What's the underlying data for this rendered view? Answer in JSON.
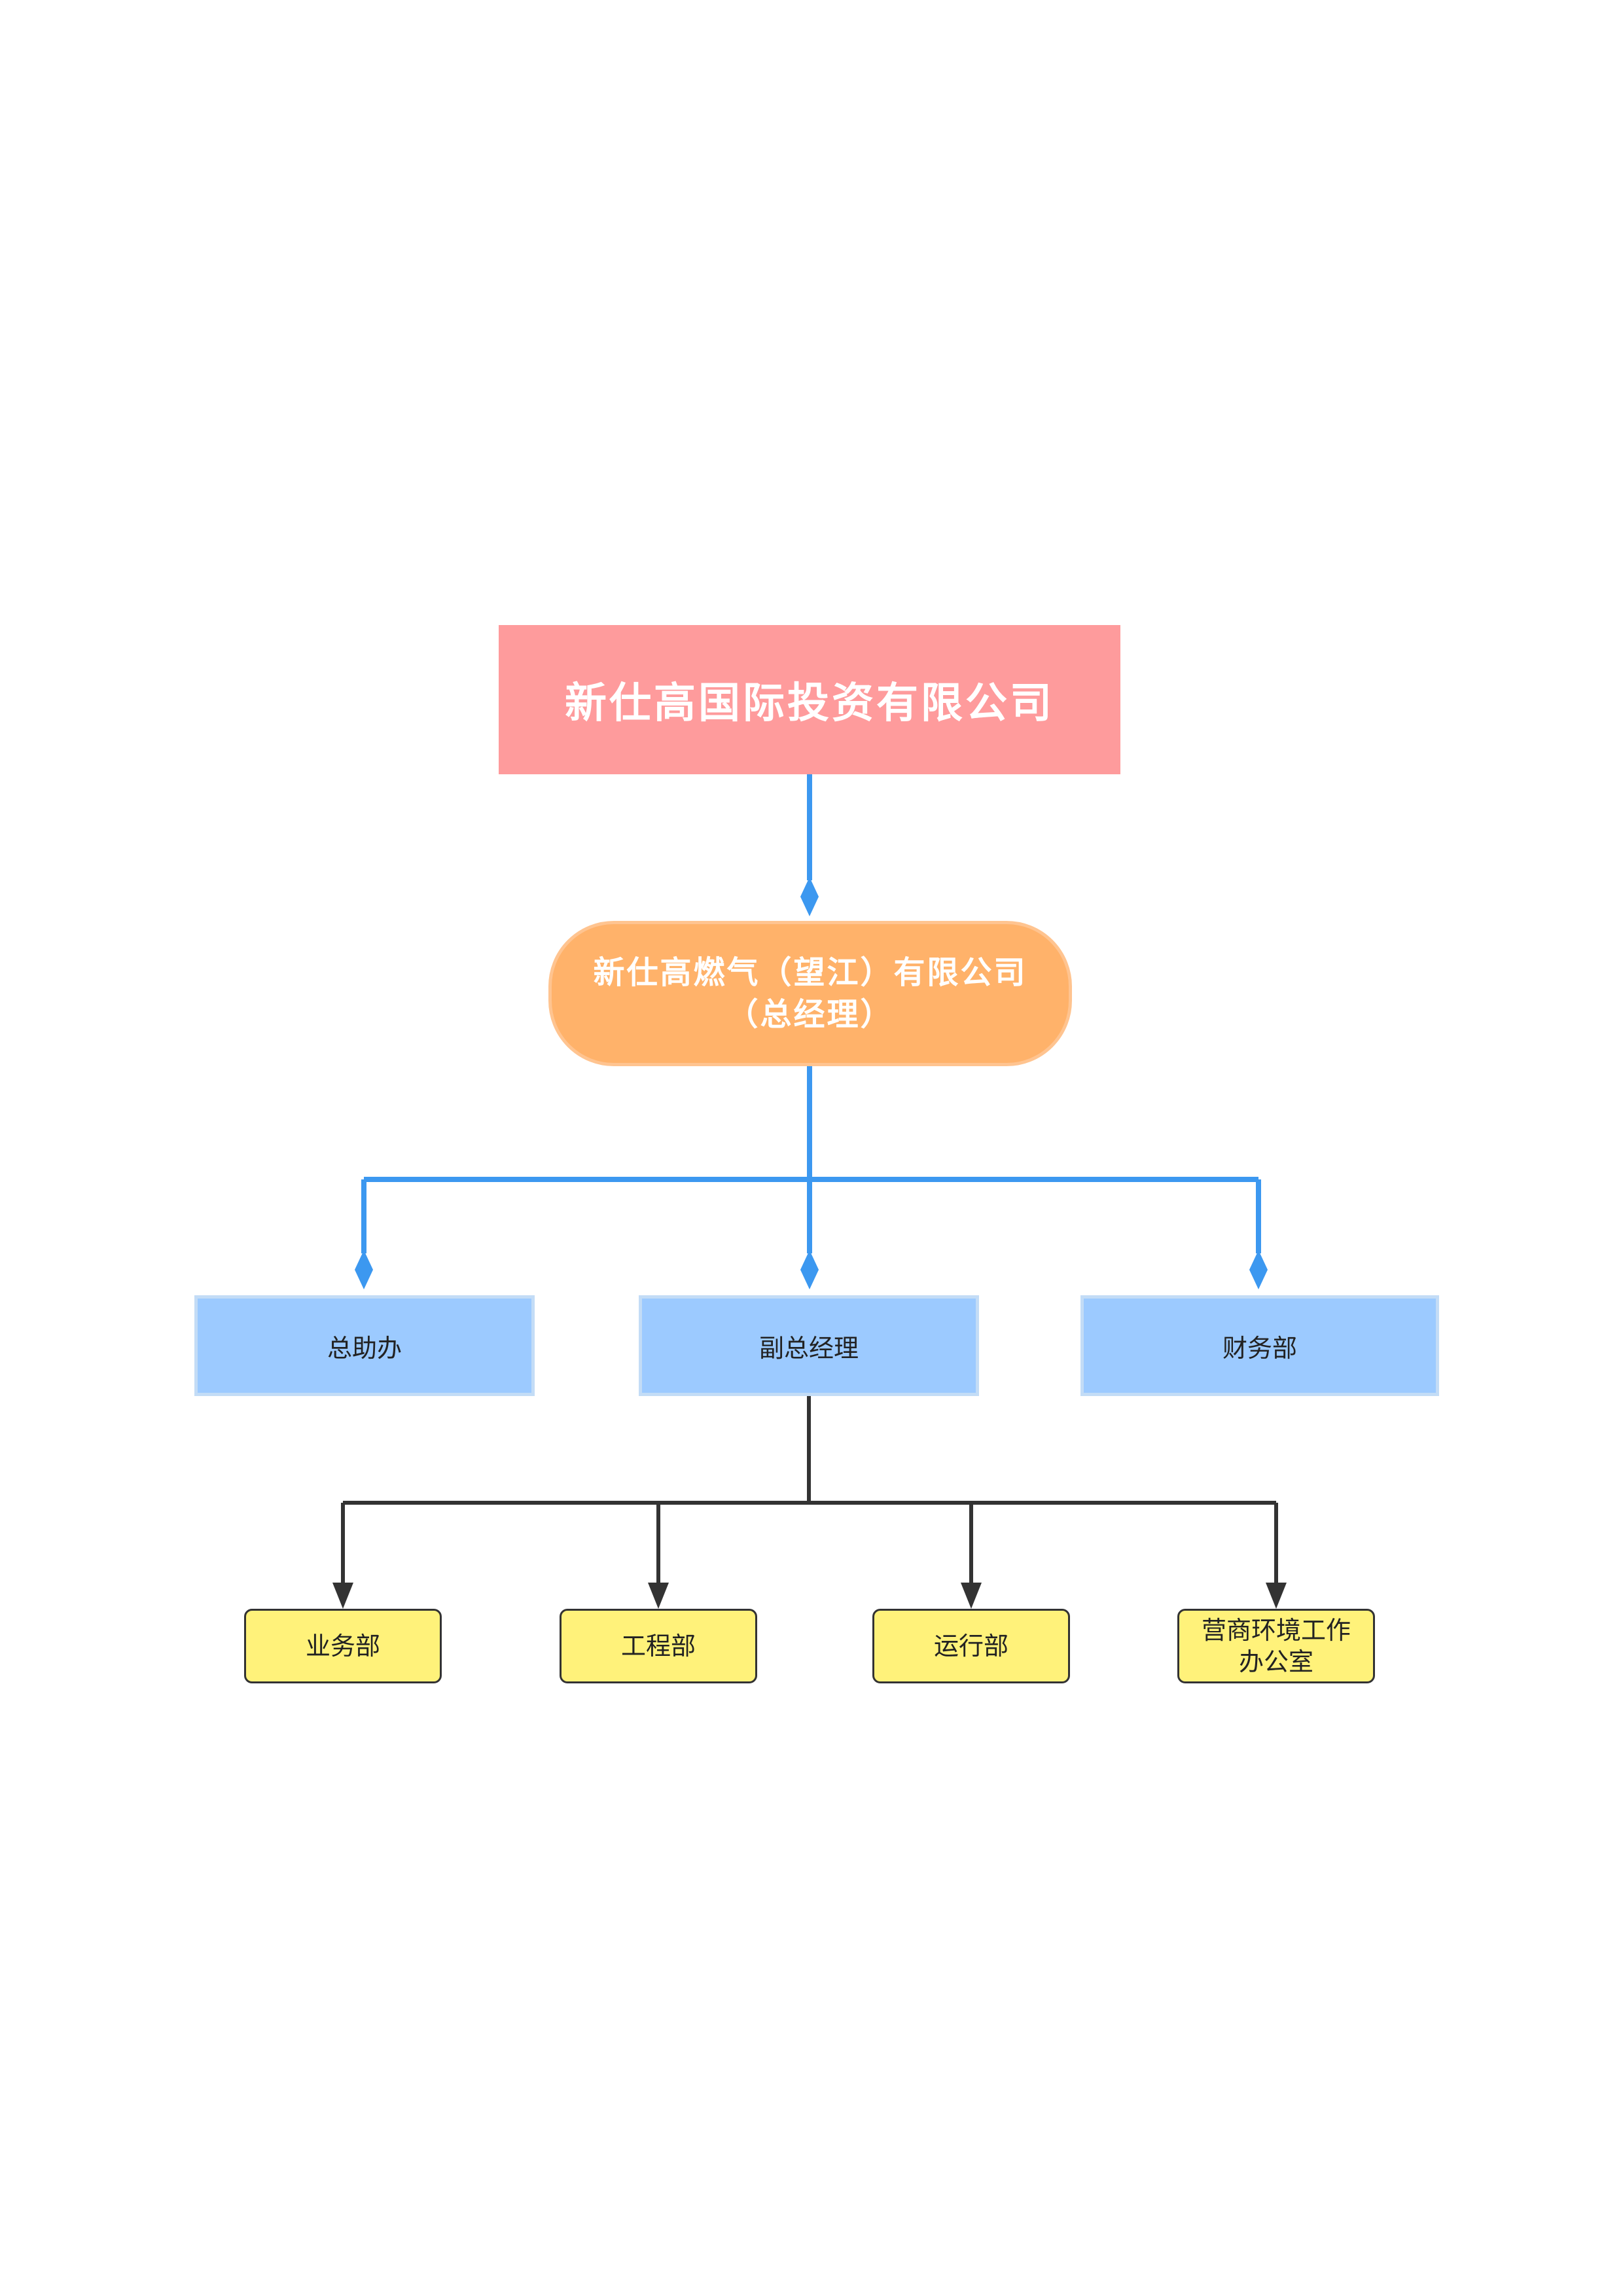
{
  "org_chart": {
    "root": {
      "label": "新仕高国际投资有限公司"
    },
    "general_manager": {
      "line1": "新仕高燃气（望江）有限公司",
      "line2": "（总经理）"
    },
    "departments": [
      {
        "label": "总助办"
      },
      {
        "label": "副总经理"
      },
      {
        "label": "财务部"
      }
    ],
    "sub_departments": [
      {
        "line1": "业务部",
        "line2": ""
      },
      {
        "line1": "工程部",
        "line2": ""
      },
      {
        "line1": "运行部",
        "line2": ""
      },
      {
        "line1": "营商环境工作",
        "line2": "办公室"
      }
    ]
  },
  "colors": {
    "root_fill": "#fe9b9c",
    "gm_fill": "#ffb26a",
    "dept_fill": "#9ccaff",
    "sub_fill": "#fff27a",
    "blue_connector": "#3c98f0",
    "dark_connector": "#333333"
  }
}
